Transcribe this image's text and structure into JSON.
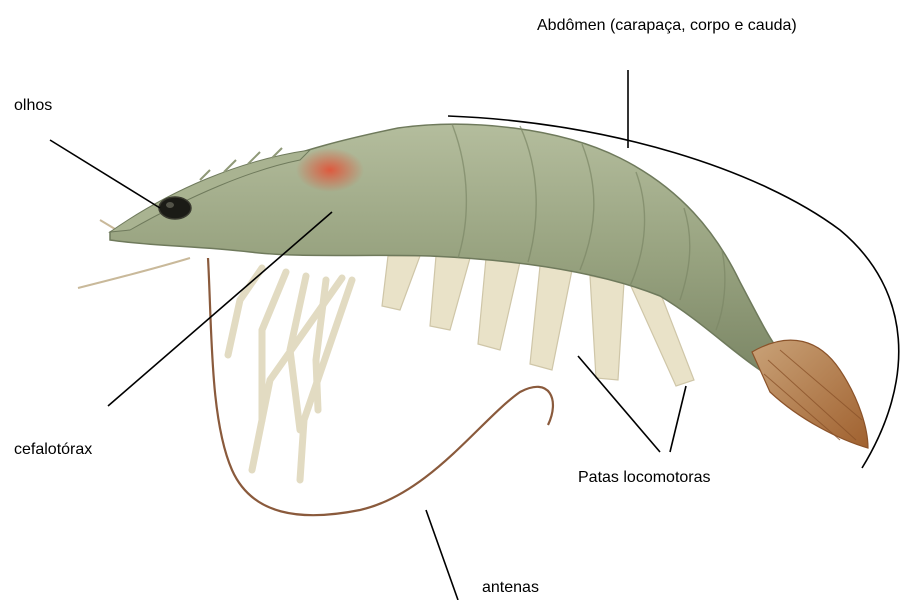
{
  "labels": {
    "abdomen": "Abdômen (carapaça, corpo e cauda)",
    "eyes": "olhos",
    "cephalothorax": "cefalotórax",
    "legs": "Patas locomotoras",
    "antennae": "antenas"
  },
  "colors": {
    "background": "#ffffff",
    "leader_lines": "#000000",
    "body": "#9aa583",
    "body_dark": "#6f7a5c",
    "legs": "#e4dcc0",
    "tail": "#b0703a",
    "antenna": "#8a5a3c",
    "head_spot": "#d9553a"
  },
  "illustration": "shrimp"
}
